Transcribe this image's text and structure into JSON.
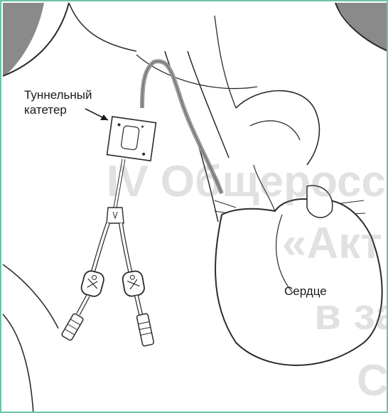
{
  "labels": {
    "catheter": "Туннельный катетер",
    "heart": "Сердце"
  },
  "watermark": {
    "line1": "IV Общеросс",
    "line2": "«Акт",
    "line3": "в за",
    "line4": "С"
  },
  "colors": {
    "border": "#6fc3a6",
    "shadow": "#8a8a8a",
    "outline": "#2b2b2b",
    "tube": "#9a9a9a",
    "watermark": "#c8c8c8"
  }
}
